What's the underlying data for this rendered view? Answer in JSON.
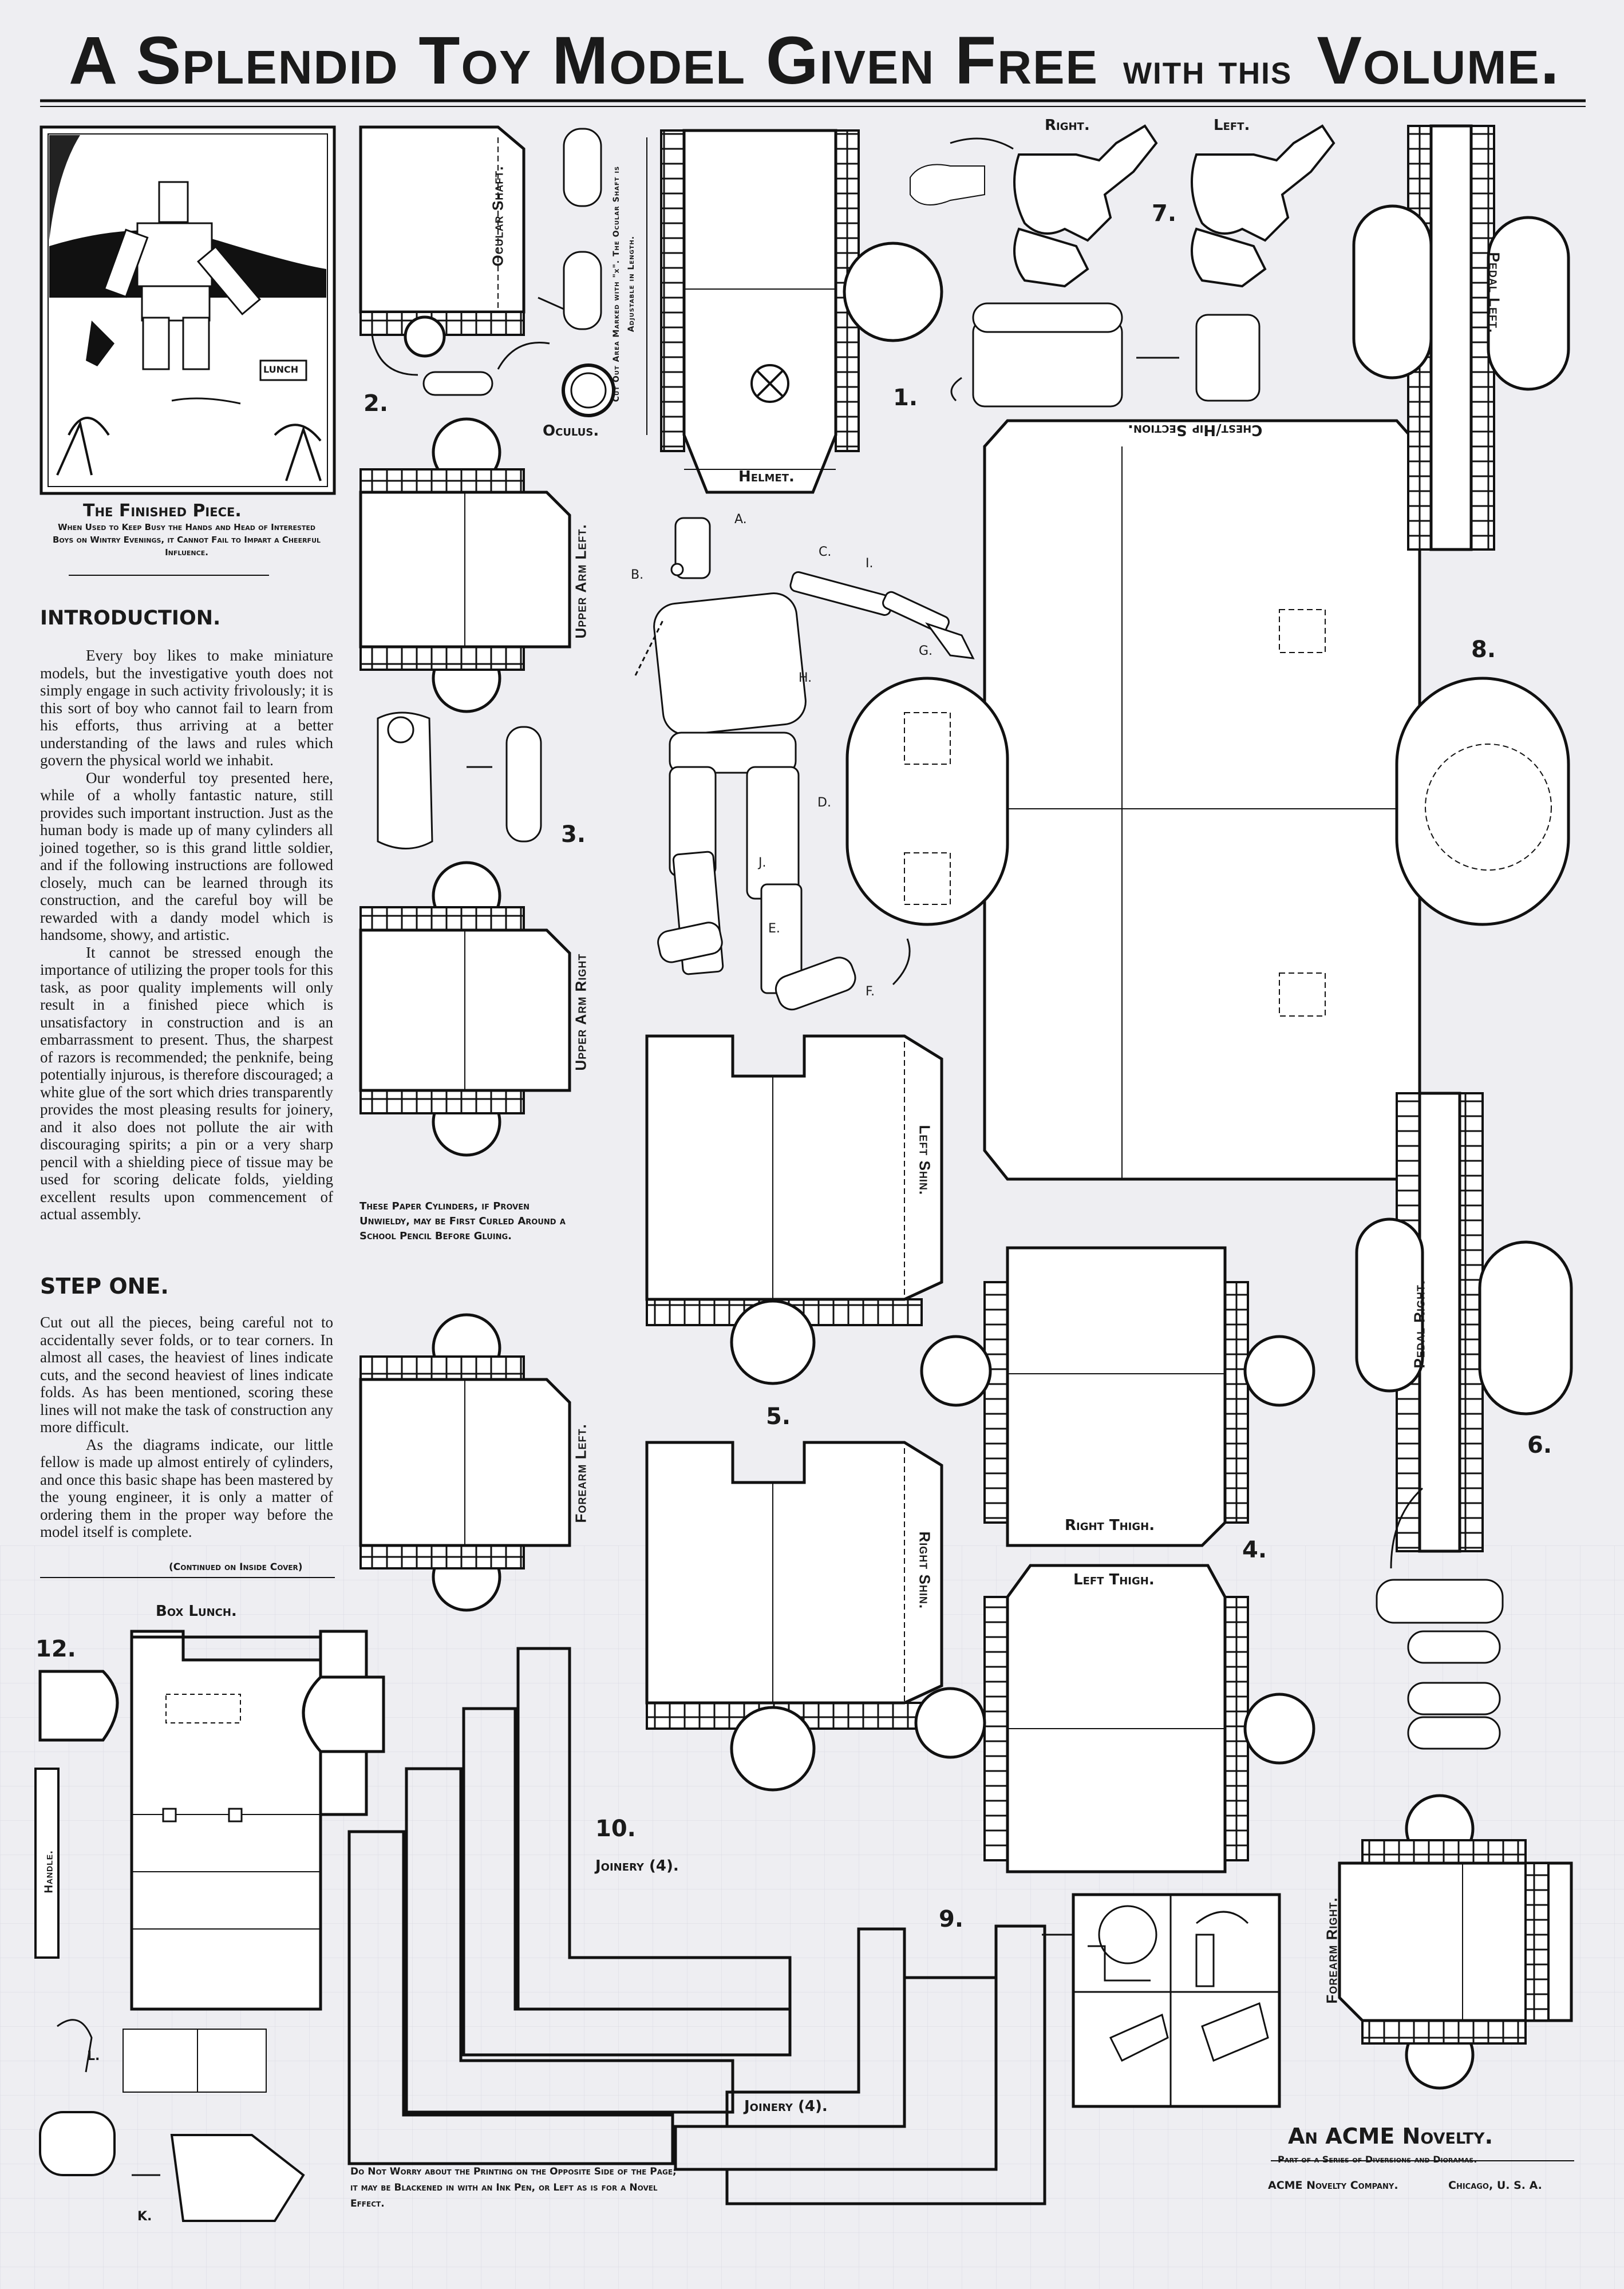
{
  "header": {
    "title_part1": "A Splendid Toy Model Given Free",
    "title_part2": "with this",
    "title_part3": "Volume."
  },
  "illustration": {
    "lunch_sign": "LUNCH",
    "caption_title": "The Finished Piece.",
    "caption_text": "When Used to Keep Busy the Hands and Head of Interested Boys on Wintry Evenings, it Cannot Fail to Impart a Cheerful Influence."
  },
  "introduction": {
    "heading": "INTRODUCTION.",
    "paragraphs": [
      "Every boy likes to make miniature models, but the investigative youth does not simply engage in such activity frivolously; it is this sort of boy who cannot fail to learn from his efforts, thus arriving at a better understanding of the laws and rules which govern the physical world we inhabit.",
      "Our wonderful toy presented here, while of a wholly fantastic nature, still provides such important instruction. Just as the human body is made up of many cylinders all joined together, so is this grand little soldier, and if the following instructions are followed closely, much can be learned through its construction, and the careful boy will be rewarded with a dandy model which is handsome, showy, and artistic.",
      "It cannot be stressed enough the importance of utilizing the proper tools for this task, as poor quality implements will only result in a finished piece which is unsatisfactory in construction and is an embarrassment to present. Thus, the sharpest of razors is recommended; the penknife, being potentially injurous, is therefore discouraged; a white glue of the sort which dries transparently provides the most pleasing results for joinery, and it also does not pollute the air with discouraging spirits; a pin or a very sharp pencil with a shielding piece of tissue may be used for scoring delicate folds, yielding excellent results upon commencement of actual assembly."
    ]
  },
  "step_one": {
    "heading": "STEP ONE.",
    "paragraphs": [
      "Cut out all the pieces, being careful not to accidentally sever folds, or to tear corners. In almost all cases, the heaviest of lines indicate cuts, and the second heaviest of lines indicate folds. As has been mentioned, scoring these lines will not make the task of construction any more difficult.",
      "As the diagrams indicate, our little fellow is made up almost entirely of cylinders, and once this basic shape has been mastered by the young engineer, it is only a matter of ordering them in the proper way before the model itself is complete."
    ],
    "continued": "(Continued on Inside Cover)"
  },
  "cylinder_note": "These Paper Cylinders, if Proven Unwieldy, may be First Curled Around a School Pencil Before Gluing.",
  "pieces": {
    "ocular_shaft": "Ocular Shaft.",
    "oculus": "Oculus.",
    "helmet": "Helmet.",
    "helmet_note": "Cut Out Area Marked with \"x\". The Ocular Shaft is Adjustable in Length.",
    "upper_arm_left": "Upper Arm Left.",
    "upper_arm_right": "Upper Arm Right",
    "forearm_left": "Forearm Left.",
    "forearm_right": "Forearm Right.",
    "left_shin": "Left Shin.",
    "right_shin": "Right Shin.",
    "right_thigh": "Right Thigh.",
    "left_thigh": "Left Thigh.",
    "chest_hip": "Chest/Hip Section.",
    "pedal_left": "Pedal Left.",
    "pedal_right": "Pedal Right.",
    "box_lunch": "Box Lunch.",
    "handle": "Handle.",
    "joinery_1": "Joinery (4).",
    "joinery_2": "Joinery (4).",
    "hand_right": "Right.",
    "hand_left": "Left."
  },
  "numbers": {
    "n1": "1.",
    "n2": "2.",
    "n3": "3.",
    "n4": "4.",
    "n5": "5.",
    "n6": "6.",
    "n7": "7.",
    "n8": "8.",
    "n9": "9.",
    "n10": "10.",
    "n12": "12."
  },
  "diagram_letters": [
    "A.",
    "B.",
    "C.",
    "I.",
    "G.",
    "H.",
    "D.",
    "J.",
    "E.",
    "F.",
    "L.",
    "K."
  ],
  "footer": {
    "printing_note": "Do Not Worry about the Printing on the Opposite Side of the Page; it may be Blackened in with an Ink Pen, or Left as is for a Novel Effect.",
    "acme_title": "An ACME Novelty.",
    "acme_sub": "Part of a Series of Diversions and Dioramas.",
    "company": "ACME Novelty Company.",
    "city": "Chicago, U. S. A."
  }
}
